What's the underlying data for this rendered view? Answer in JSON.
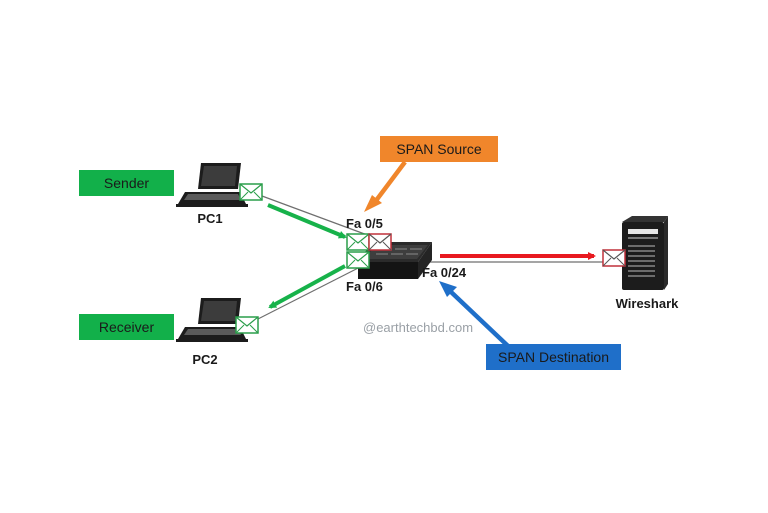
{
  "labels": {
    "sender": "Sender",
    "receiver": "Receiver",
    "span_source": "SPAN Source",
    "span_destination": "SPAN Destination",
    "pc1": "PC1",
    "pc2": "PC2",
    "wireshark": "Wireshark",
    "port_fa05": "Fa 0/5",
    "port_fa06": "Fa 0/6",
    "port_fa024": "Fa 0/24",
    "watermark": "@earthtechbd.com"
  },
  "colors": {
    "sender_box": "#12b04a",
    "receiver_box": "#12b04a",
    "span_source_box": "#f0862b",
    "span_destination_box": "#1f6fc9",
    "green_arrow": "#17b24a",
    "red_arrow": "#e8191f",
    "orange_arrow": "#f0862b",
    "blue_arrow": "#1f6fc9",
    "device": "#1c1c1c"
  },
  "icons": {
    "pc1": "laptop-icon",
    "pc2": "laptop-icon",
    "switch": "switch-icon",
    "server": "server-icon",
    "envelope": "envelope-icon"
  }
}
